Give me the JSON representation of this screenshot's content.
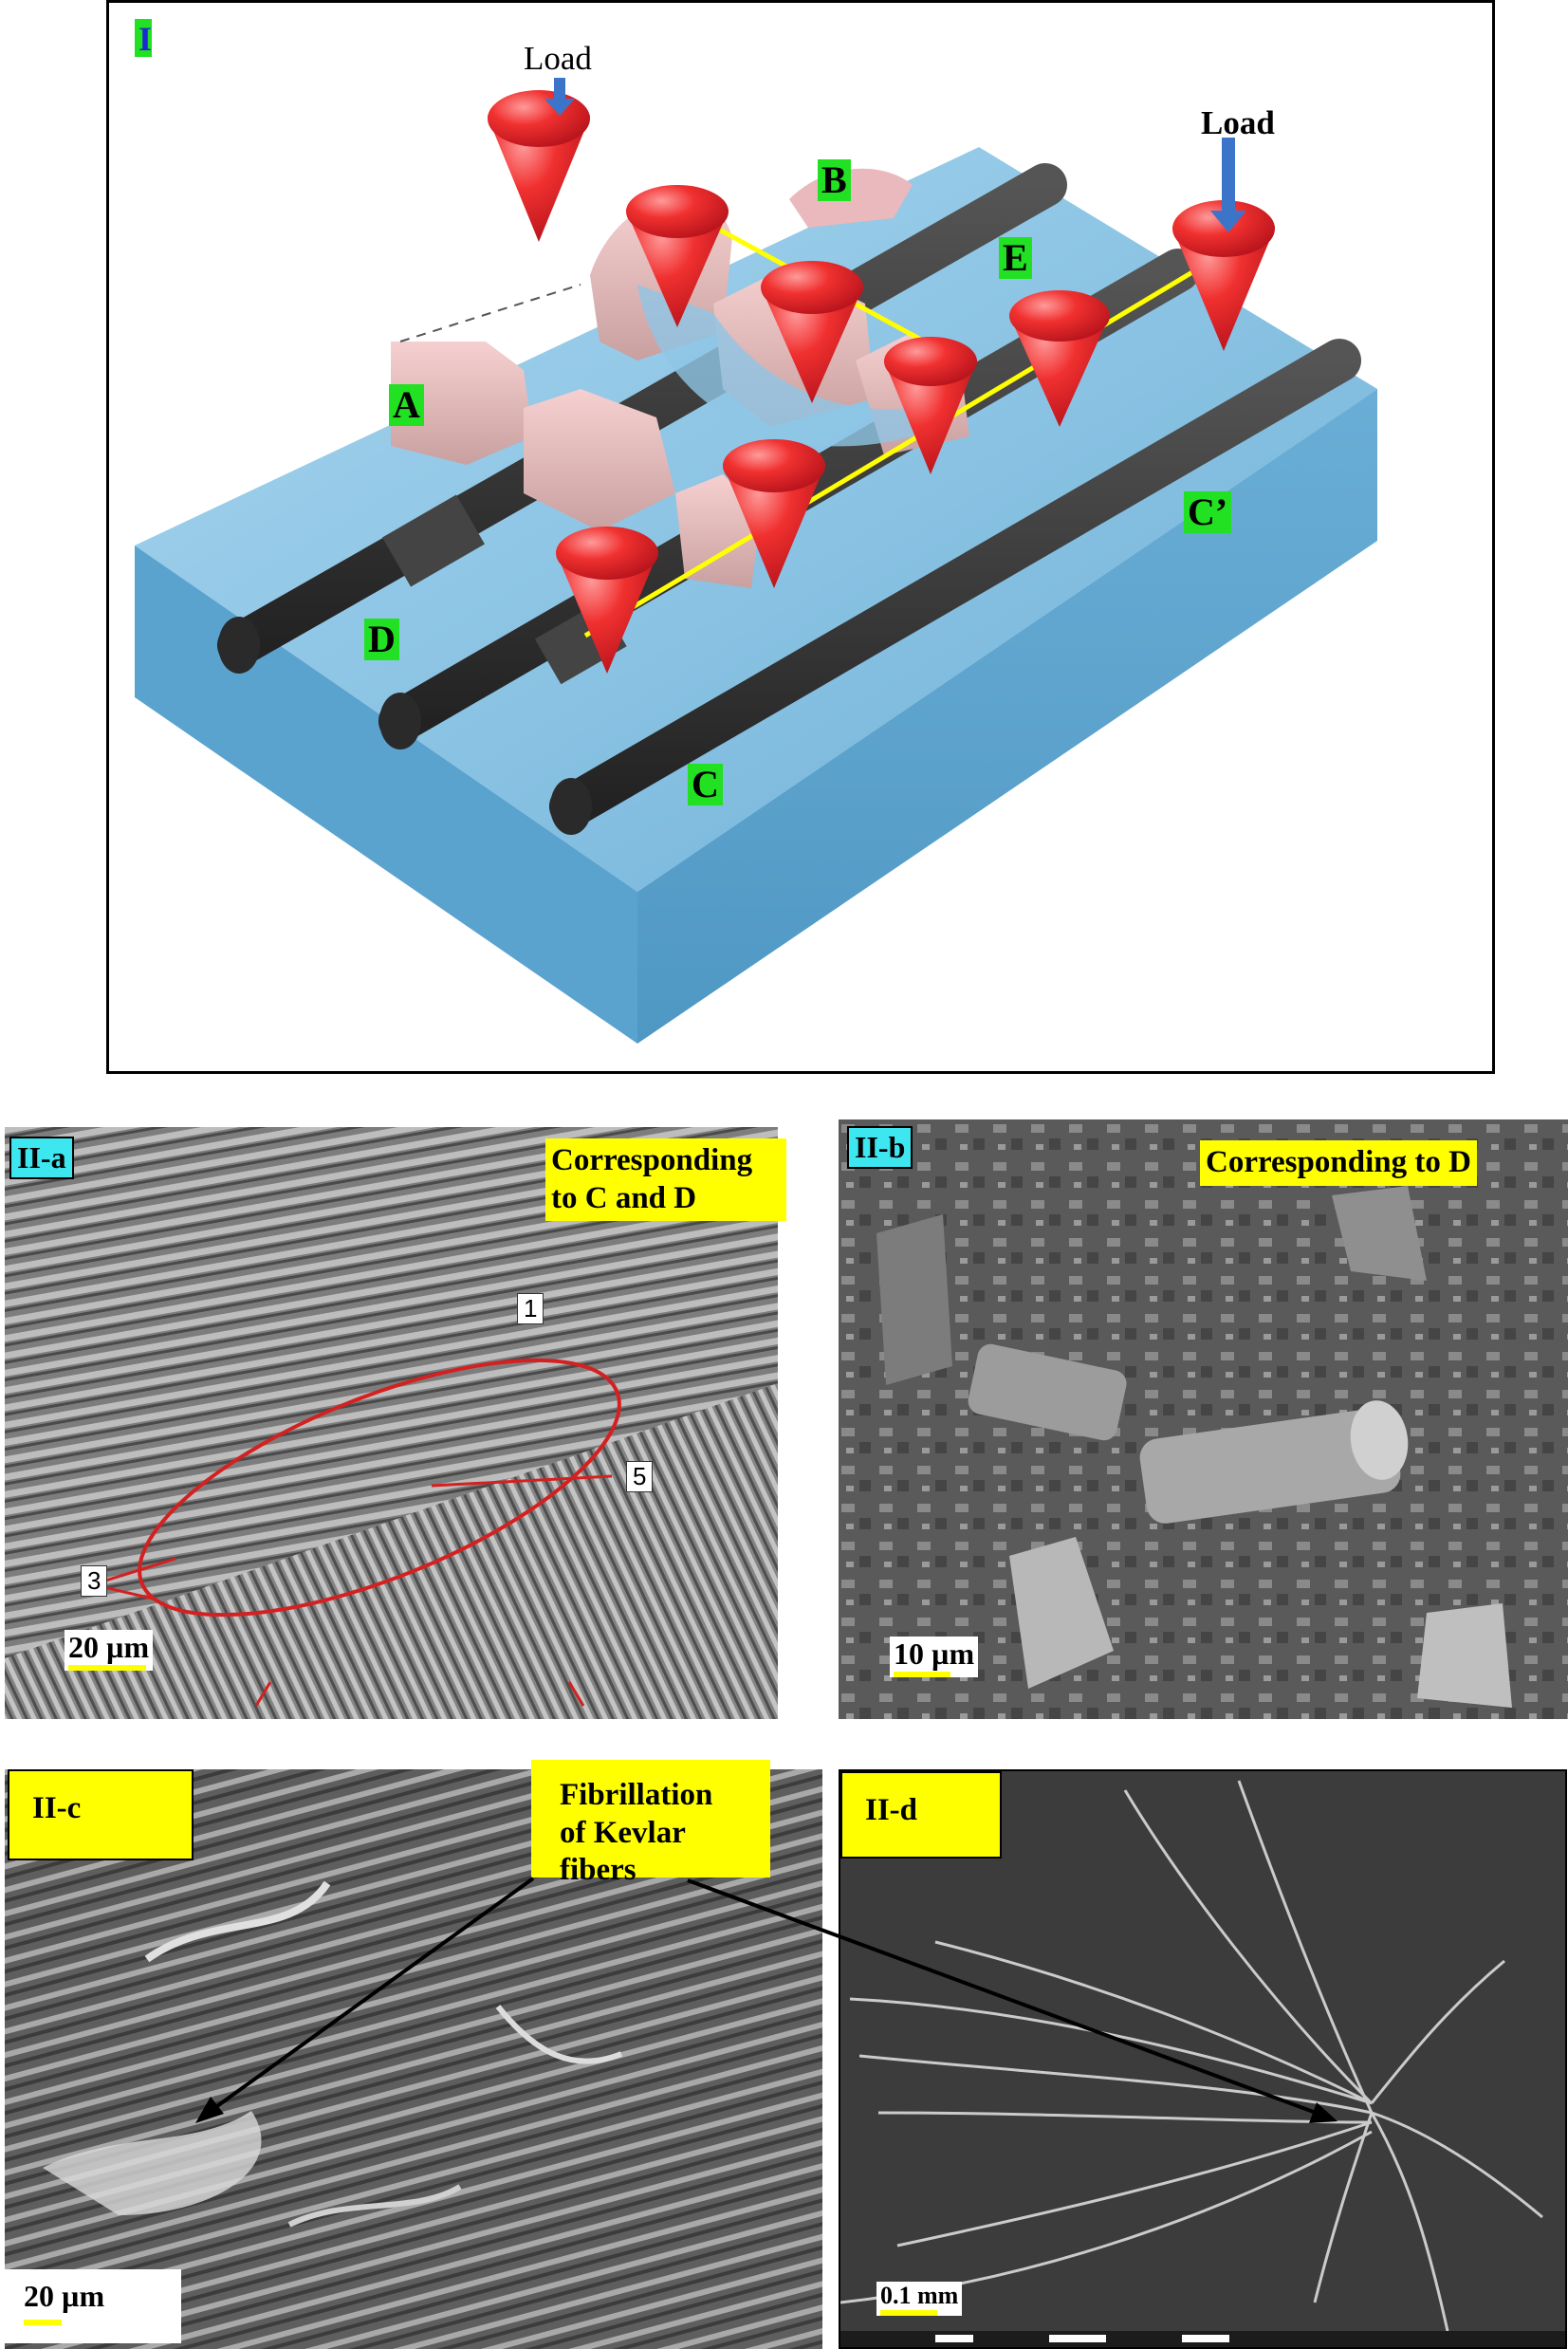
{
  "panel_I": {
    "label": "I",
    "load_left": "Load",
    "load_right": "Load",
    "markers": {
      "A": "A",
      "B": "B",
      "C": "C",
      "C_prime": "C’",
      "D": "D",
      "E": "E"
    }
  },
  "panel_IIa": {
    "label": "II-a",
    "caption": "Corresponding to C and D",
    "scale": "20 µm",
    "numbers": [
      "1",
      "3",
      "5"
    ]
  },
  "panel_IIb": {
    "label": "II-b",
    "caption": "Corresponding to D",
    "scale": "10 µm"
  },
  "panel_IIc": {
    "label": "II-c",
    "scale": "20 µm"
  },
  "panel_IId": {
    "label": "II-d",
    "scale": "0.1 mm"
  },
  "callout": {
    "text": "Fibrillation of Kevlar fibers"
  },
  "colors": {
    "matrix_blue": "#78b8dc",
    "indenter_red": "#e8252a",
    "fiber_dark": "#3a3a3a",
    "path_yellow": "#ffff00",
    "tag_green": "#22e022",
    "tag_cyan": "#3ee6f0",
    "tag_yellow": "#ffff00"
  }
}
